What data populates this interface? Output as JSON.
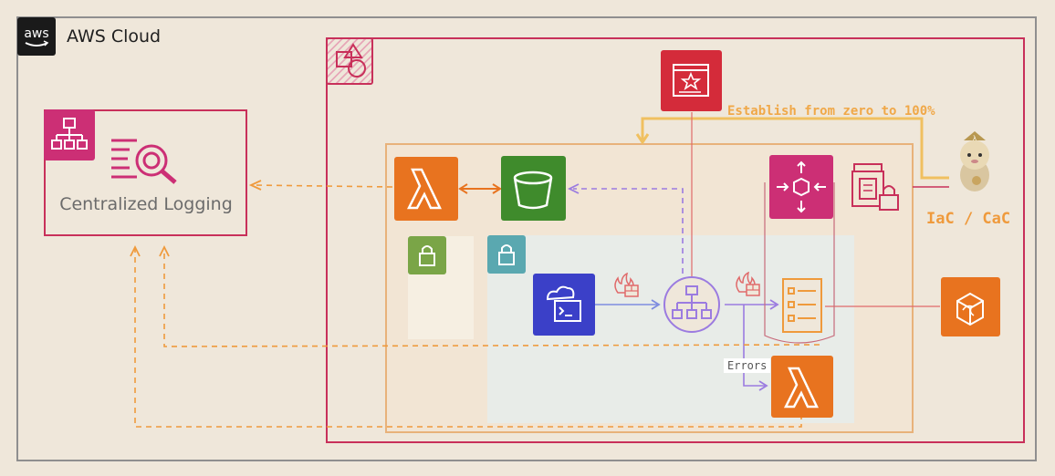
{
  "cloud": {
    "badge": "aws",
    "title": "AWS Cloud"
  },
  "logging": {
    "label": "Centralized Logging"
  },
  "annotations": {
    "establish": "Establish from zero to 100%",
    "iac": "IaC / CaC",
    "errors": "Errors"
  },
  "colors": {
    "cloud_border": "#8a8a8a",
    "account_border": "#c8305a",
    "region_border": "#e8b27a",
    "pink": "#cc2f75",
    "orange": "#e8731f",
    "green": "#3f8b2c",
    "blue": "#3b40c8",
    "red": "#d42b3a",
    "purple": "#9b7be0",
    "teal": "#5aa8b0",
    "olive": "#7aa547"
  },
  "icons": [
    "aws-logo-icon",
    "account-icon",
    "organizations-icon",
    "log-search-icon",
    "lambda-icon",
    "s3-bucket-icon",
    "private-subnet-lock-icon",
    "public-subnet-lock-icon",
    "ec2-instance-icon",
    "firewall-icon",
    "load-balancer-icon",
    "target-group-icon",
    "security-hub-icon",
    "config-lock-icon",
    "iac-mascot-icon",
    "cloudfront-icon",
    "lambda-errors-icon"
  ]
}
